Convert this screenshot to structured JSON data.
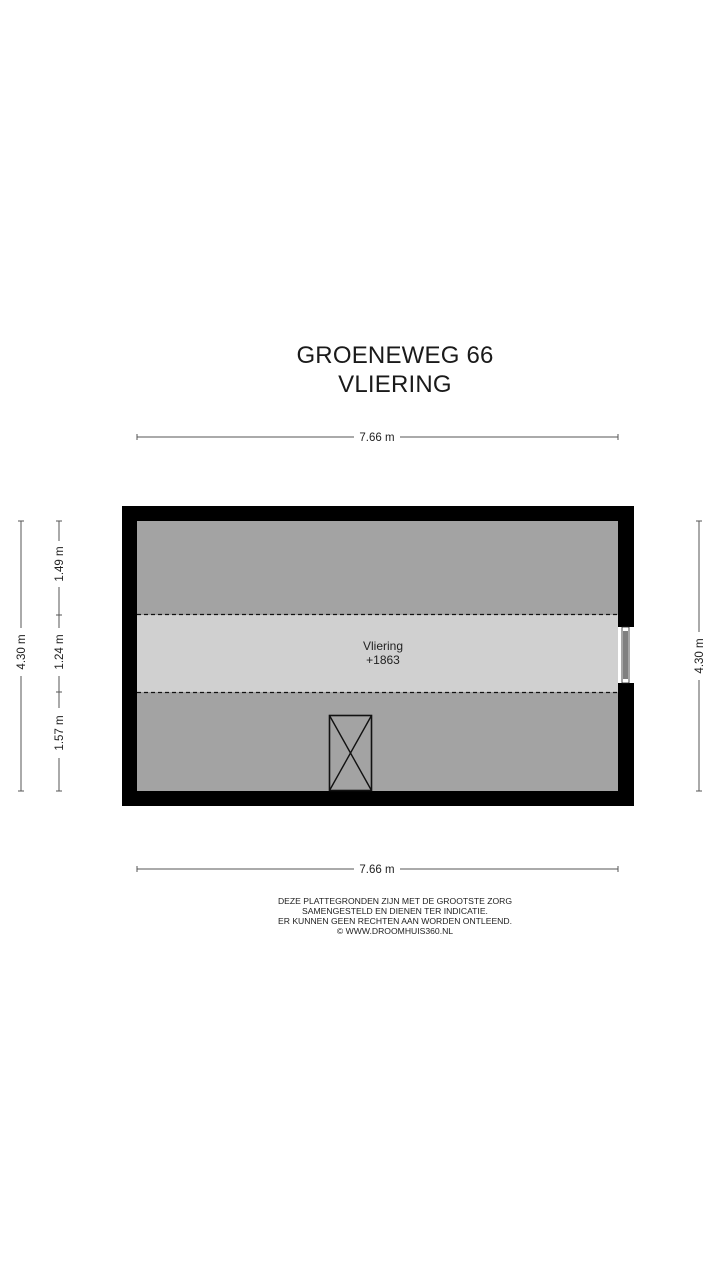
{
  "header": {
    "address": "GROENEWEG 66",
    "floor": "VLIERING"
  },
  "dimensions": {
    "top_width": "7.66 m",
    "bottom_width": "7.66 m",
    "left_total": "4.30 m",
    "right_total": "4.30 m",
    "left_segments": [
      "1.49 m",
      "1.24 m",
      "1.57 m"
    ]
  },
  "rooms": [
    {
      "name": "Vliering",
      "height": "+1863"
    }
  ],
  "colors": {
    "wall": "#000000",
    "low_zone": "#a3a3a3",
    "standing_zone": "#d0d0d0",
    "dim_line": "#555555"
  },
  "disclaimer": {
    "lines": [
      "DEZE PLATTEGRONDEN ZIJN MET DE GROOTSTE ZORG",
      "SAMENGESTELD EN DIENEN TER INDICATIE.",
      "ER KUNNEN GEEN RECHTEN AAN WORDEN ONTLEEND.",
      "© WWW.DROOMHUIS360.NL"
    ]
  }
}
